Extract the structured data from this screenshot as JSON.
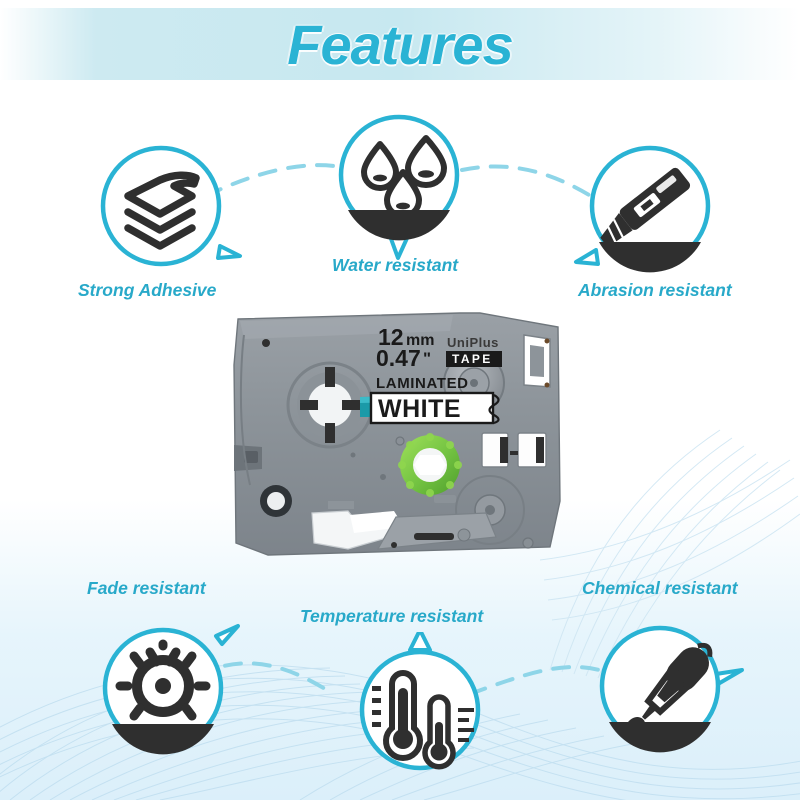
{
  "header": {
    "title": "Features"
  },
  "accent": {
    "cyan": "#2ab3d4",
    "cyan_light": "#7ed2e6",
    "dark": "#2f2f2f",
    "green": "#7ac943",
    "teal_tape": "#1b9aa8"
  },
  "features": [
    {
      "label": "Strong Adhesive",
      "icon": "layers-icon",
      "tail": "right"
    },
    {
      "label": "Water resistant",
      "icon": "water-drops-icon",
      "tail": "bottom"
    },
    {
      "label": "Abrasion resistant",
      "icon": "cutter-knife-icon",
      "tail": "left"
    },
    {
      "label": "Fade resistant",
      "icon": "sun-icon",
      "tail": "top-right"
    },
    {
      "label": "Temperature resistant",
      "icon": "thermometer-icon",
      "tail": "top"
    },
    {
      "label": "Chemical resistant",
      "icon": "pipette-icon",
      "tail": "right"
    }
  ],
  "cassette": {
    "width_mm": "12",
    "unit_mm": "mm",
    "width_in": "0.47",
    "unit_in": "\"",
    "brand": "UniPlus",
    "brand_sub": "TAPE",
    "laminated": "LAMINATED",
    "color_name": "WHITE"
  }
}
